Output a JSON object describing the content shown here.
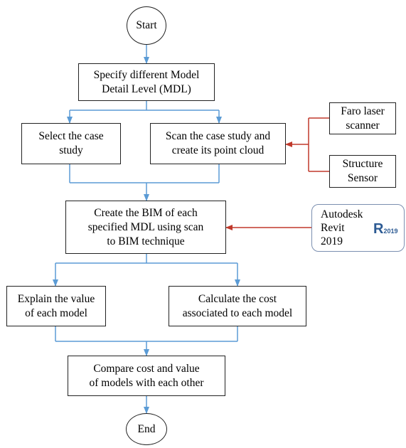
{
  "flowchart": {
    "start": "Start",
    "specify_mdl": "Specify different Model\nDetail Level (MDL)",
    "select_case": "Select the case\nstudy",
    "scan_case": "Scan the case study and\ncreate its point cloud",
    "faro": "Faro laser\nscanner",
    "structure_sensor": "Structure\nSensor",
    "create_bim": "Create the BIM of each\nspecified MDL using scan\nto BIM technique",
    "revit": "Autodesk\nRevit\n2019",
    "revit_logo_letter": "R",
    "revit_logo_year": "2019",
    "explain_value": "Explain the value\nof each model",
    "calculate_cost": "Calculate the cost\nassociated to each model",
    "compare": "Compare cost and value\nof models with each other",
    "end": "End"
  },
  "colors": {
    "flow_connector": "#5b9bd5",
    "input_connector": "#c0392b",
    "box_border": "#222222"
  }
}
